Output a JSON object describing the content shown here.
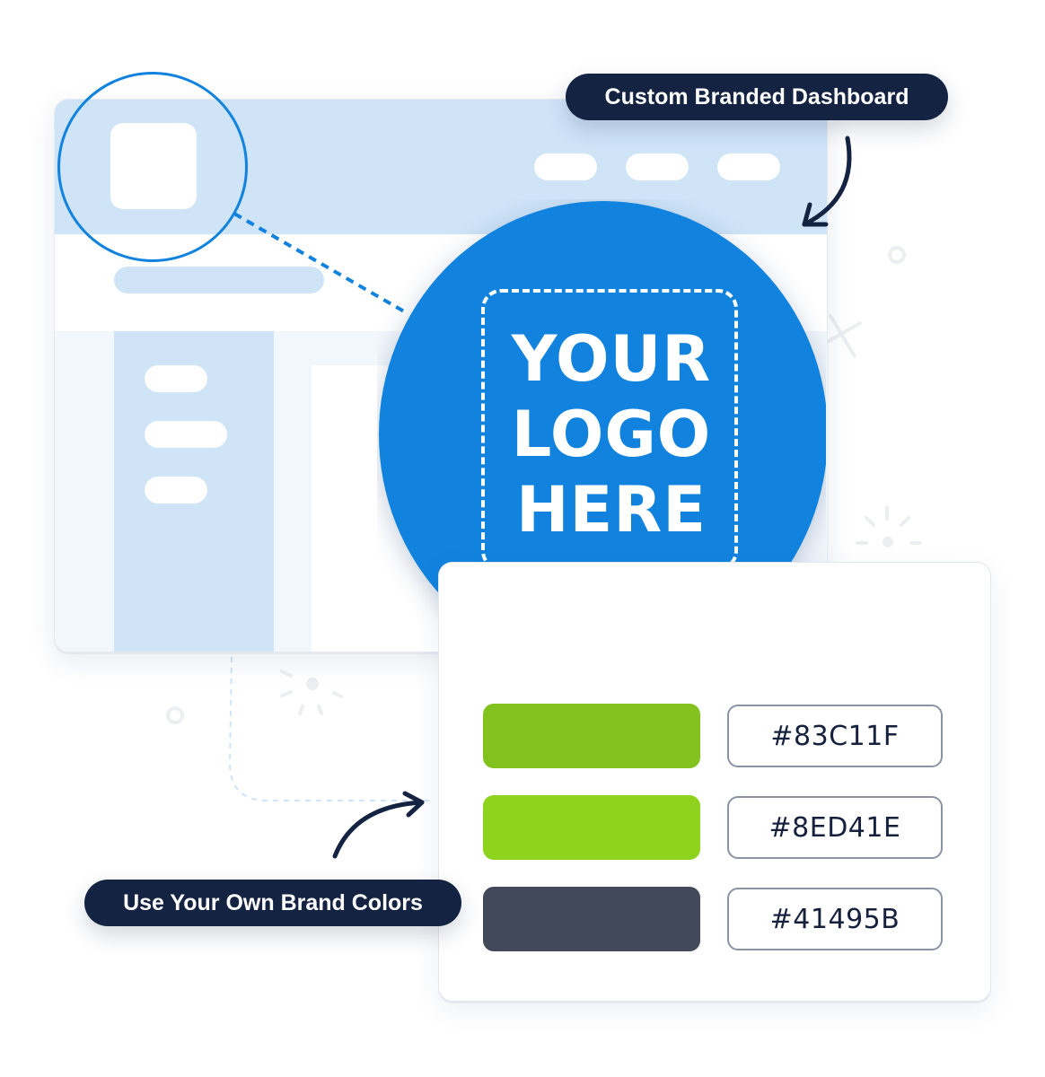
{
  "callouts": {
    "dashboard_label": "Custom Branded Dashboard",
    "colors_label": "Use Your Own Brand Colors"
  },
  "logo_placeholder": {
    "line1": "YOUR",
    "line2": "LOGO",
    "line3": "HERE",
    "circle_color": "#1183DE"
  },
  "dashboard_mock": {
    "header_color": "#CFE4F7",
    "nav_items": 3,
    "sidebar_items": 3
  },
  "brand_colors": [
    {
      "swatch": "#83C11F",
      "hex_label": "#83C11F"
    },
    {
      "swatch": "#8ED41E",
      "hex_label": "#8ED41E"
    },
    {
      "swatch": "#41495B",
      "hex_label": "#41495B"
    }
  ]
}
